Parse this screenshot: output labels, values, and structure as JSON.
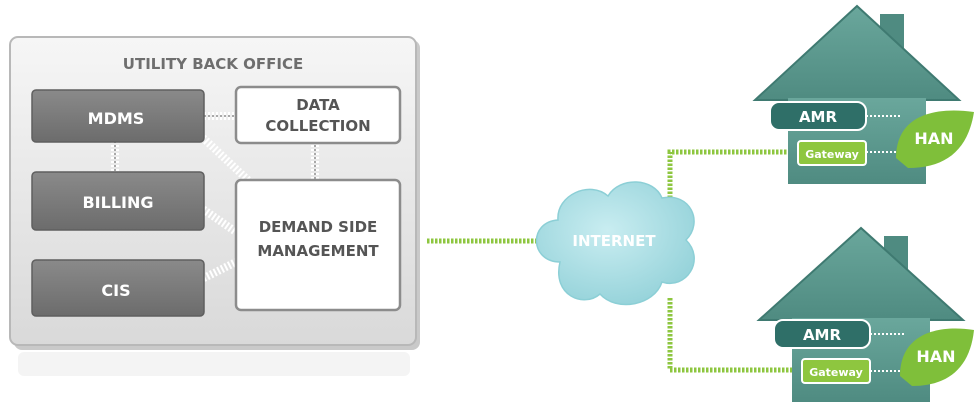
{
  "back_office": {
    "title": "UTILITY BACK OFFICE",
    "mdms": "MDMS",
    "billing": "BILLING",
    "cis": "CIS",
    "data_collection_line1": "DATA",
    "data_collection_line2": "COLLECTION",
    "dsm_line1": "DEMAND SIDE",
    "dsm_line2": "MANAGEMENT"
  },
  "internet": "INTERNET",
  "homes": [
    {
      "amr": "AMR",
      "gateway": "Gateway",
      "han": "HAN"
    },
    {
      "amr": "AMR",
      "gateway": "Gateway",
      "han": "HAN"
    }
  ],
  "colors": {
    "house": "#5e9a90",
    "house_dark": "#3f7a71",
    "amr": "#2f6f68",
    "gateway": "#8ec63f",
    "han": "#7fbf3a",
    "cloud": "#aee0e6",
    "connector": "#8dc63f",
    "office_box": "#7d7d7d"
  }
}
